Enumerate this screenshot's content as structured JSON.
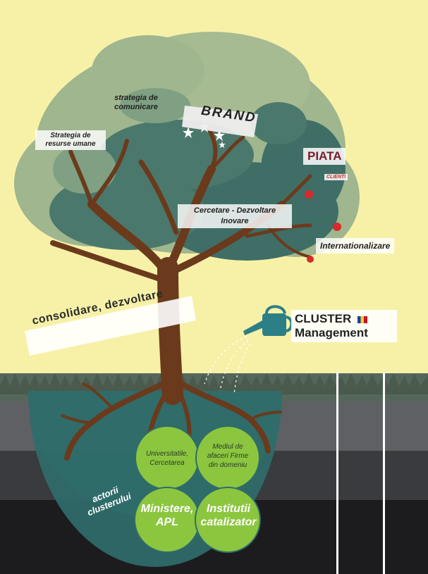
{
  "colors": {
    "sky": "#f7f1a8",
    "grass": "#4a5a4c",
    "soil_top": "#5e6064",
    "soil_mid": "#3a3b3e",
    "soil_bottom": "#1c1c1e",
    "canopy_light": "#9fb68e",
    "canopy_dark": "#3f6e66",
    "trunk": "#6b3a1c",
    "roots_circle": "#2f6d6a",
    "actor_circle": "#8cc63f",
    "fruit": "#d72a2a",
    "can": "#2d7f87"
  },
  "labels": {
    "strategia_comunicare": "strategia de comunicare",
    "strategia_resurse": "Strategia de resurse umane",
    "brand": "BRAND",
    "piata": "PIATA",
    "clienti": "CLIENTI",
    "cercetare": "Cercetare - Dezvoltare Inovare",
    "internationalizare": "Internationalizare",
    "consolidare": "consolidare, dezvoltare",
    "cluster": "CLUSTER",
    "management": "Management",
    "actorii": "actorii clusterului"
  },
  "actors": {
    "universitatile": "Universitatile, Cercetarea",
    "mediul": "Mediul de afaceri Firme din domeniu",
    "ministere": "Ministere, APL",
    "institutii": "Institutii catalizator"
  },
  "icons": {
    "watering_can": "watering-can-icon",
    "stars": "star-icon",
    "apples": "apple-icon",
    "flag": "flag-icon"
  }
}
